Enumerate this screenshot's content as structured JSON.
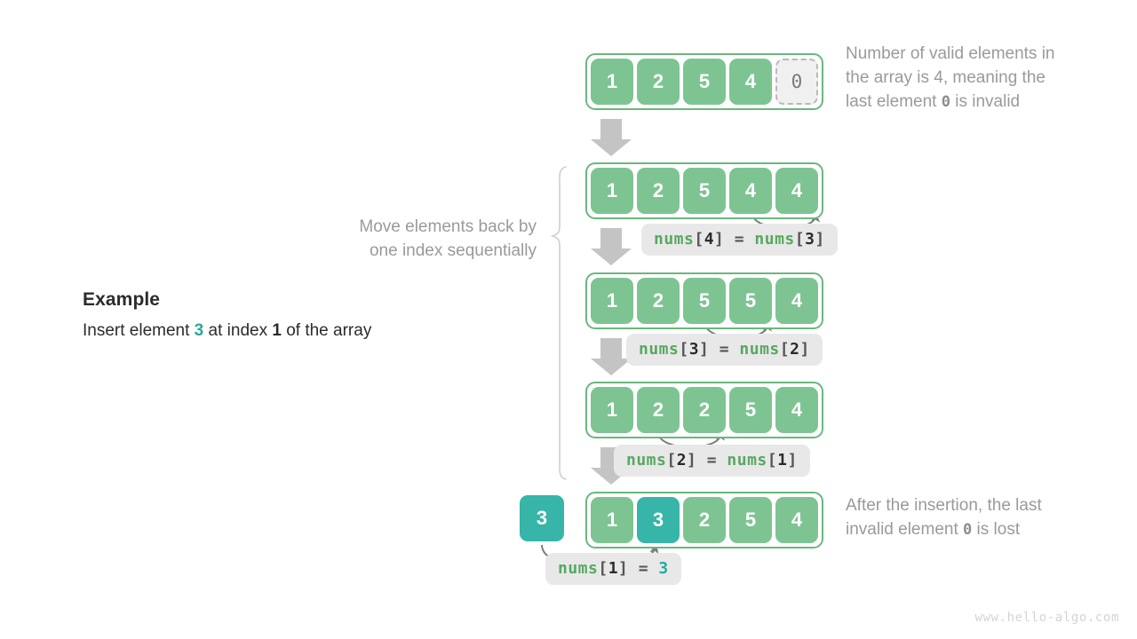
{
  "watermark": "www.hello-algo.com",
  "example": {
    "title": "Example",
    "desc_pre": "Insert element ",
    "desc_value": "3",
    "desc_mid": " at index ",
    "desc_index": "1",
    "desc_post": " of the array"
  },
  "annotations": {
    "top_line1": "Number of valid elements in",
    "top_line2": "the array is 4, meaning the",
    "top_line3_pre": "last element ",
    "top_line3_code": "0",
    "top_line3_post": " is invalid",
    "bracket_line1": "Move elements back by",
    "bracket_line2": "one index sequentially",
    "bottom_line1": "After the insertion, the last",
    "bottom_line2_pre": "invalid element ",
    "bottom_line2_code": "0",
    "bottom_line2_post": " is lost"
  },
  "rows": [
    {
      "name": "row-initial",
      "cells": [
        {
          "value": "1",
          "style": "green"
        },
        {
          "value": "2",
          "style": "green"
        },
        {
          "value": "5",
          "style": "green"
        },
        {
          "value": "4",
          "style": "green"
        },
        {
          "value": "0",
          "style": "invalid"
        }
      ]
    },
    {
      "name": "row-step-1",
      "cells": [
        {
          "value": "1",
          "style": "green"
        },
        {
          "value": "2",
          "style": "green"
        },
        {
          "value": "5",
          "style": "green"
        },
        {
          "value": "4",
          "style": "green"
        },
        {
          "value": "4",
          "style": "green"
        }
      ]
    },
    {
      "name": "row-step-2",
      "cells": [
        {
          "value": "1",
          "style": "green"
        },
        {
          "value": "2",
          "style": "green"
        },
        {
          "value": "5",
          "style": "green"
        },
        {
          "value": "5",
          "style": "green"
        },
        {
          "value": "4",
          "style": "green"
        }
      ]
    },
    {
      "name": "row-step-3",
      "cells": [
        {
          "value": "1",
          "style": "green"
        },
        {
          "value": "2",
          "style": "green"
        },
        {
          "value": "2",
          "style": "green"
        },
        {
          "value": "5",
          "style": "green"
        },
        {
          "value": "4",
          "style": "green"
        }
      ]
    },
    {
      "name": "row-final",
      "cells": [
        {
          "value": "1",
          "style": "green"
        },
        {
          "value": "3",
          "style": "teal"
        },
        {
          "value": "2",
          "style": "green"
        },
        {
          "value": "5",
          "style": "green"
        },
        {
          "value": "4",
          "style": "green"
        }
      ]
    }
  ],
  "insert_box": {
    "value": "3"
  },
  "code_labels": [
    {
      "name": "assign-4-3",
      "lhs_id": "nums",
      "lhs_idx": "4",
      "rhs_id": "nums",
      "rhs_idx": "3",
      "rhs_is_literal": false
    },
    {
      "name": "assign-3-2",
      "lhs_id": "nums",
      "lhs_idx": "3",
      "rhs_id": "nums",
      "rhs_idx": "2",
      "rhs_is_literal": false
    },
    {
      "name": "assign-2-1",
      "lhs_id": "nums",
      "lhs_idx": "2",
      "rhs_id": "nums",
      "rhs_idx": "1",
      "rhs_is_literal": false
    },
    {
      "name": "assign-1-literal",
      "lhs_id": "nums",
      "lhs_idx": "1",
      "rhs_literal": "3",
      "rhs_is_literal": true
    }
  ],
  "colors": {
    "green_cell": "#7ec492",
    "green_border": "#6ab77f",
    "teal_cell": "#36b5a8",
    "invalid_bg": "#f0f0f0",
    "invalid_border": "#b9b9b9",
    "annotation_text": "#9a9a9a",
    "arrow_gray": "#c4c4c4",
    "curve_gray": "#808080",
    "pill_bg": "#e8e8e8",
    "code_identifier": "#58a861"
  }
}
